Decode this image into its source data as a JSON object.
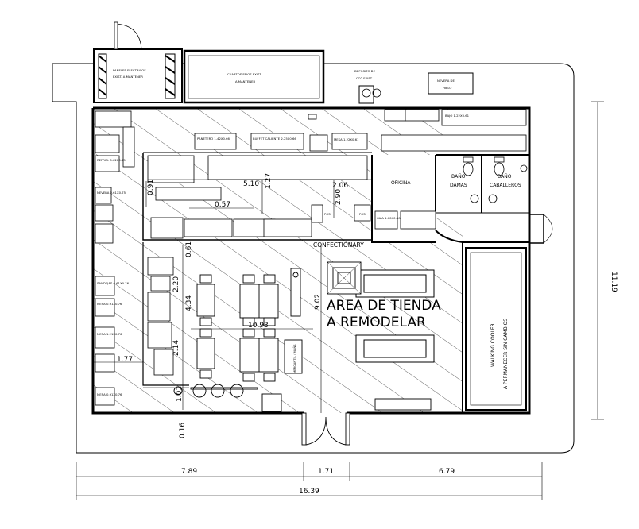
{
  "labels": {
    "paneles": [
      "PANELES ELECTRICOS",
      "EXIST. A MANTENER"
    ],
    "cuartos": [
      "CUARTOS FRIOS EXIST.",
      "A MANTENER"
    ],
    "deposito": [
      "DEPOSITO DE",
      "CO2 EXIST."
    ],
    "nevera_hielo": [
      "NEVERA DE",
      "HIELO"
    ],
    "oficina": "OFICINA",
    "bano_damas": [
      "BAÑO",
      "DAMAS"
    ],
    "bano_caballeros": [
      "BAÑO",
      "CABALLEROS"
    ],
    "confectionary": "CONFECTIONARY",
    "area_tienda": [
      "AREA DE TIENDA",
      "A REMODELAR"
    ],
    "walking_cooler": [
      "WALKING COOLER",
      "A PERMANECER SIN CAMBIOS"
    ],
    "mercantil": "MERCANTIL / MAÑS",
    "fixtures": [
      "NEVERA 0.61X0.75",
      "REFRIG. 0.62X0.75",
      "SANDEJAS 0.61X0.76",
      "MESA 0.91X0.76",
      "MESA 1.21X0.76",
      "MESA 0.91X0.76",
      "PANETERO 1.42X0.66",
      "BUFFET CALIENTE 2.25X0.66",
      "MESA 1.22X0.61",
      "BAJO 1.22X0.61",
      "CAJA 1.00X0.60",
      "POS",
      "POS"
    ]
  },
  "dimensions": {
    "bottom_left": "7.89",
    "bottom_mid": "1.71",
    "bottom_right": "6.79",
    "bottom_total": "16.39",
    "right_total": "11.19",
    "d_510": "5.10",
    "d_206": "2.06",
    "d_127": "1.27",
    "d_290": "2.90",
    "d_091": "0.91",
    "d_057": "0.57",
    "d_061": "0.61",
    "d_220": "2.20",
    "d_434": "4.34",
    "d_214": "2.14",
    "d_1093": "10.93",
    "d_902": "9.02",
    "d_177": "1.77",
    "d_101": "1.01",
    "d_016": "0.16"
  }
}
